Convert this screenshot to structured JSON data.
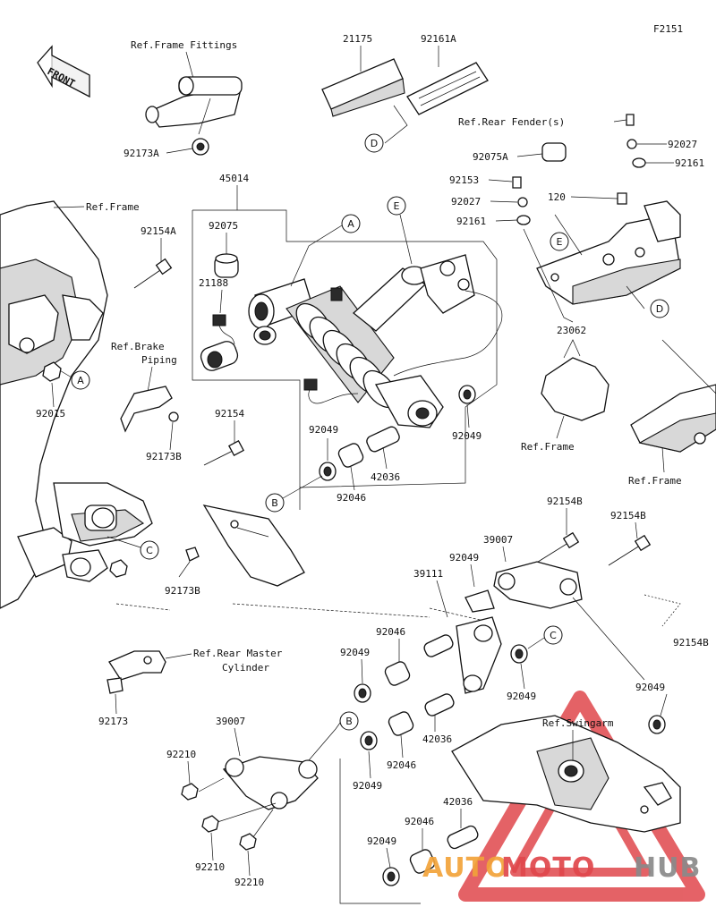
{
  "diagram_code": "F2151",
  "front_label": "FRONT",
  "parts": {
    "p21175": "21175",
    "p92161A": "92161A",
    "p45014": "45014",
    "p92075": "92075",
    "p21188": "21188",
    "p92154A": "92154A",
    "p92015": "92015",
    "p92173B_1": "92173B",
    "p92154": "92154",
    "p92173B_2": "92173B",
    "p92173A": "92173A",
    "p92049_a": "92049",
    "p92049_b": "92049",
    "p92046_a": "92046",
    "p42036_a": "42036",
    "p92075A": "92075A",
    "p92153": "92153",
    "p92027_a": "92027",
    "p92161_a": "92161",
    "p120": "120",
    "p92027_b": "92027",
    "p92161_b": "92161",
    "p23062": "23062",
    "p92154B_a": "92154B",
    "p92154B_b": "92154B",
    "p39007_a": "39007",
    "p92049_c": "92049",
    "p39111": "39111",
    "p92154B_c": "92154B",
    "p92046_b": "92046",
    "p92049_d": "92049",
    "p92049_e": "92049",
    "p92049_f": "92049",
    "p92173": "92173",
    "p39007_b": "39007",
    "p92046_c": "92046",
    "p42036_b": "42036",
    "p92049_g": "92049",
    "p92210_a": "92210",
    "p92210_b": "92210",
    "p92210_c": "92210",
    "p42036_c": "42036",
    "p92046_d": "92046",
    "p92049_h": "92049"
  },
  "references": {
    "frame_fittings": "Ref.Frame Fittings",
    "rear_fenders": "Ref.Rear Fender(s)",
    "frame_left": "Ref.Frame",
    "brake_piping_1": "Ref.Brake",
    "brake_piping_2": "Piping",
    "frame_mid": "Ref.Frame",
    "frame_right": "Ref.Frame",
    "rear_master_1": "Ref.Rear Master",
    "rear_master_2": "Cylinder",
    "swingarm": "Ref.Swingarm"
  },
  "callouts": {
    "A": "A",
    "B": "B",
    "C": "C",
    "D": "D",
    "E": "E"
  },
  "watermark": {
    "part1": "AUTO",
    "part2": "MOTO",
    "part3": "HUB",
    "color_red": "#e0474c",
    "color_orange": "#f2a33a",
    "color_gray": "#8a8a8a"
  }
}
